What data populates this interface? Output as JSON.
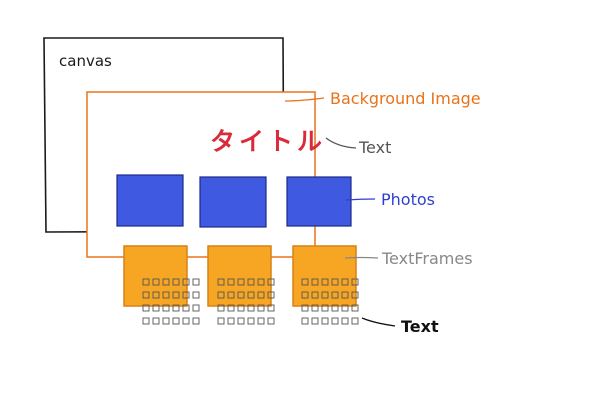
{
  "canvas": {
    "label": "canvas"
  },
  "title": {
    "text": "タイトル",
    "color": "#d92b3a"
  },
  "labels": {
    "background_image": {
      "text": "Background Image",
      "color": "#e8731a"
    },
    "text_title": {
      "text": "Text",
      "color": "#555555"
    },
    "photos": {
      "text": "Photos",
      "color": "#2f3fd0"
    },
    "text_frames": {
      "text": "TextFrames",
      "color": "#888888"
    },
    "text_body": {
      "text": "Text",
      "color": "#111111"
    }
  },
  "colors": {
    "canvas_stroke": "#1a1a1a",
    "background_stroke": "#e8731a",
    "photo_fill": "#3f5ae0",
    "photo_stroke": "#1b2a8c",
    "frame_fill": "#f6a623",
    "frame_stroke": "#d9811a",
    "glyph_stroke": "#555555"
  },
  "photos": [
    {
      "id": "photo-1"
    },
    {
      "id": "photo-2"
    },
    {
      "id": "photo-3"
    }
  ],
  "text_frames": [
    {
      "id": "frame-1"
    },
    {
      "id": "frame-2"
    },
    {
      "id": "frame-3"
    }
  ]
}
